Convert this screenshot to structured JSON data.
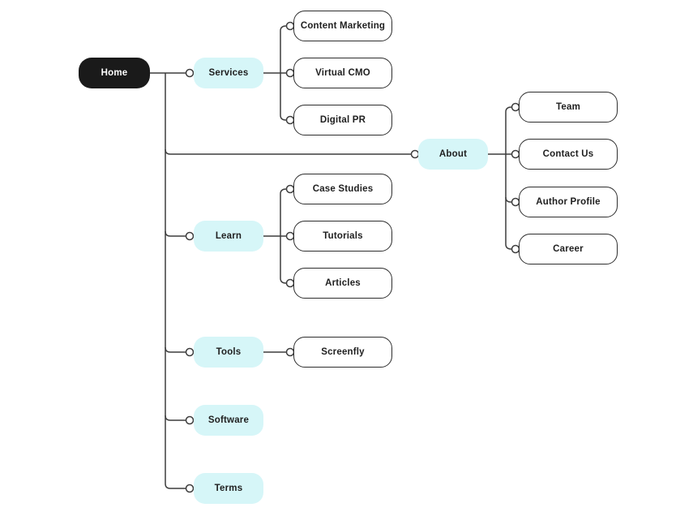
{
  "title": "Website sitemap mind map",
  "colors": {
    "root_bg": "#1a1a1a",
    "root_text": "#ffffff",
    "branch_bg": "#d6f6f8",
    "leaf_bg": "#ffffff",
    "leaf_border": "#2e2e2e",
    "line": "#3d3d3d",
    "text": "#1f1f1f",
    "background": "#ffffff"
  },
  "diagram": {
    "root": {
      "label": "Home"
    },
    "branches": [
      {
        "label": "Services",
        "children": [
          "Content Marketing",
          "Virtual CMO",
          "Digital PR"
        ]
      },
      {
        "label": "About",
        "children": [
          "Team",
          "Contact Us",
          "Author Profile",
          "Career"
        ]
      },
      {
        "label": "Learn",
        "children": [
          "Case Studies",
          "Tutorials",
          "Articles"
        ]
      },
      {
        "label": "Tools",
        "children": [
          "Screenfly"
        ]
      },
      {
        "label": "Software",
        "children": []
      },
      {
        "label": "Terms",
        "children": []
      }
    ]
  }
}
